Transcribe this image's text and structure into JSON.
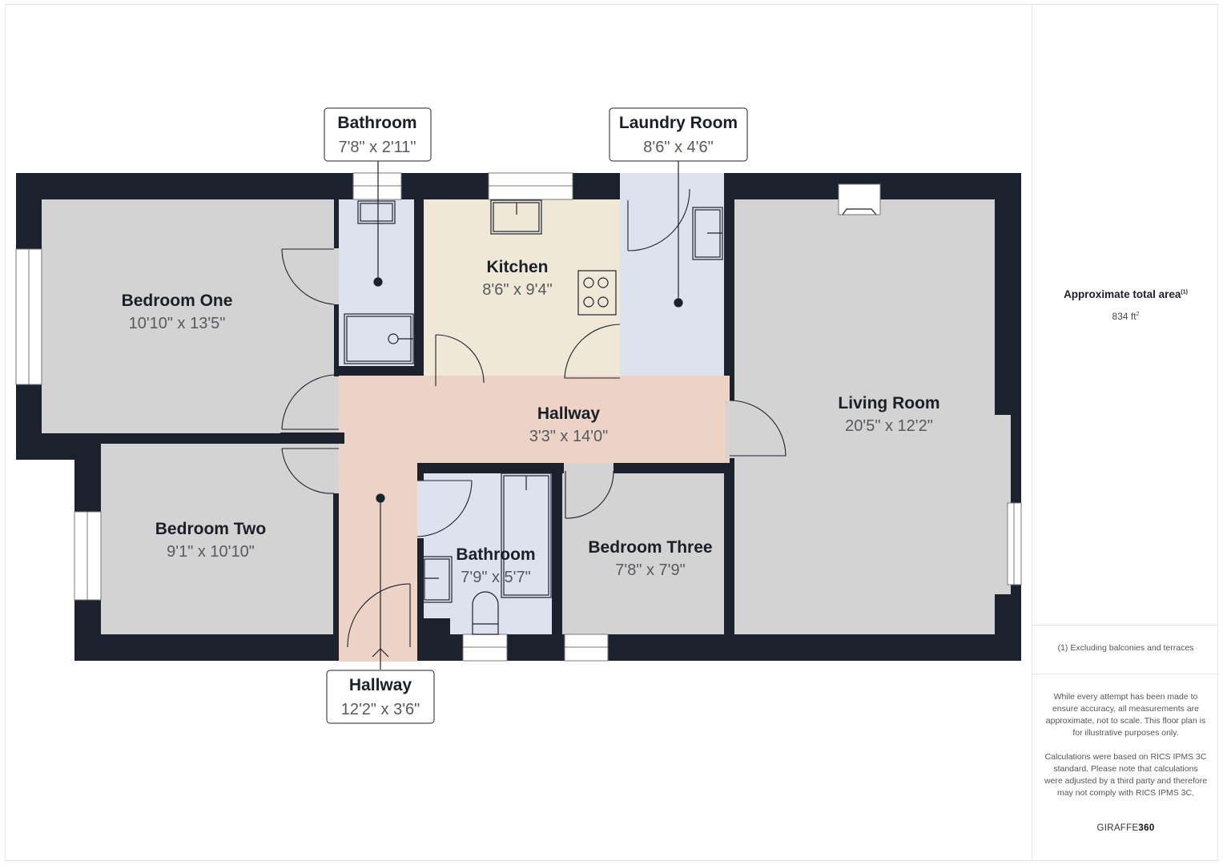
{
  "floor_plan": {
    "rooms": [
      {
        "id": "bedroom-one",
        "name": "Bedroom One",
        "dims": "10'10\" x 13'5\""
      },
      {
        "id": "bathroom-upper",
        "name": "Bathroom",
        "dims": "7'8\" x 2'11\""
      },
      {
        "id": "kitchen",
        "name": "Kitchen",
        "dims": "8'6\" x 9'4\""
      },
      {
        "id": "laundry-room",
        "name": "Laundry Room",
        "dims": "8'6\" x 4'6\""
      },
      {
        "id": "hallway-main",
        "name": "Hallway",
        "dims": "3'3\" x 14'0\""
      },
      {
        "id": "living-room",
        "name": "Living Room",
        "dims": "20'5\" x 12'2\""
      },
      {
        "id": "bedroom-two",
        "name": "Bedroom Two",
        "dims": "9'1\" x 10'10\""
      },
      {
        "id": "bathroom-lower",
        "name": "Bathroom",
        "dims": "7'9\" x 5'7\""
      },
      {
        "id": "bedroom-three",
        "name": "Bedroom Three",
        "dims": "7'8\" x 7'9\""
      },
      {
        "id": "hallway-entry",
        "name": "Hallway",
        "dims": "12'2\" x 3'6\""
      }
    ],
    "colors": {
      "wall": "#1b222d",
      "bedroom": "#d3d3d3",
      "wet_room": "#dce2ee",
      "kitchen": "#efe8d6",
      "hallway": "#ecd3c5",
      "window": "#ffffff"
    }
  },
  "sidebar": {
    "area_title": "Approximate total area",
    "area_note_marker": "(1)",
    "area_value": "834 ft",
    "area_unit_sup": "2",
    "footnote": "(1) Excluding balconies and terraces",
    "disclaimer_1": "While every attempt has been made to ensure accuracy, all measurements are approximate, not to scale. This floor plan is for illustrative purposes only.",
    "disclaimer_2": "Calculations were based on RICS IPMS 3C standard. Please note that calculations were adjusted by a third party and therefore may not comply with RICS IPMS 3C.",
    "brand_prefix": "GIRAFFE",
    "brand_suffix": "360"
  }
}
